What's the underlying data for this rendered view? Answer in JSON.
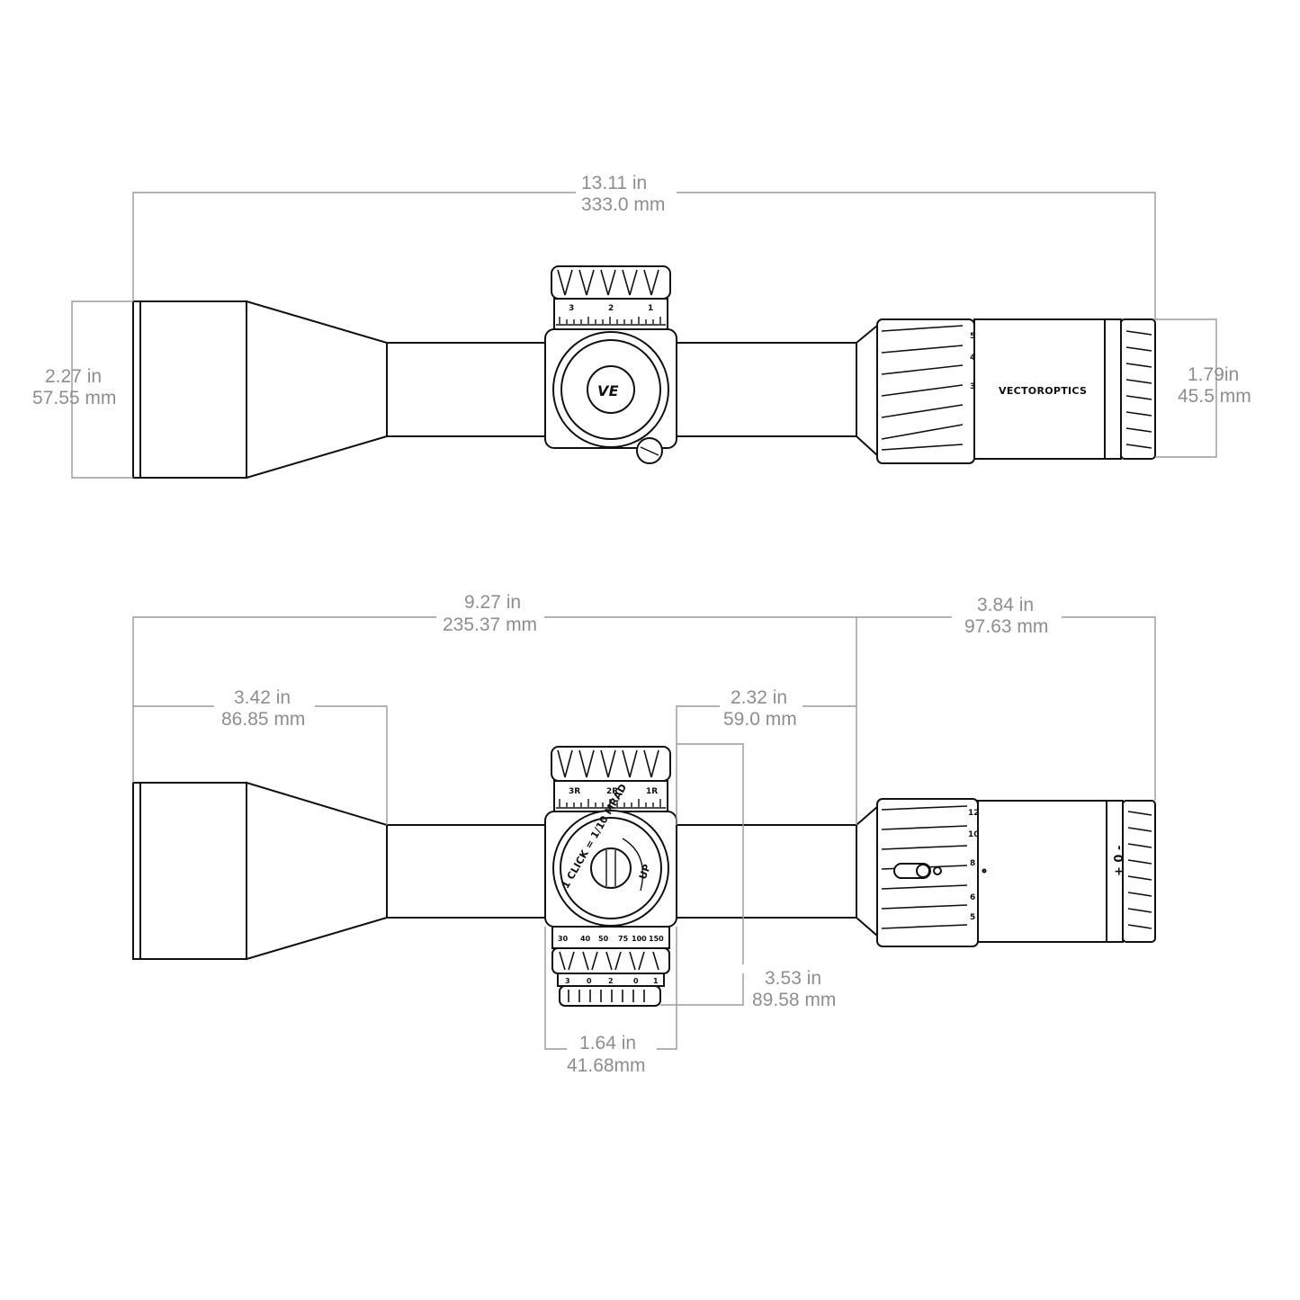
{
  "dimensions": {
    "overall_length": {
      "in": "13.11 in",
      "mm": "333.0 mm"
    },
    "objective_diameter": {
      "in": "2.27 in",
      "mm": "57.55 mm"
    },
    "eyepiece_diameter": {
      "in": "1.79in",
      "mm": "45.5 mm"
    },
    "tube_to_ocular": {
      "in": "9.27 in",
      "mm": "235.37 mm"
    },
    "ocular_length": {
      "in": "3.84 in",
      "mm": "97.63 mm"
    },
    "objective_bell": {
      "in": "3.42 in",
      "mm": "86.85 mm"
    },
    "rear_tube": {
      "in": "2.32 in",
      "mm": "59.0 mm"
    },
    "turret_height": {
      "in": "3.53 in",
      "mm": "89.58 mm"
    },
    "saddle_width": {
      "in": "1.64 in",
      "mm": "41.68mm"
    }
  },
  "markings": {
    "brand": "VECTOROPTICS",
    "logo": "VE",
    "elevation_scale": [
      "3",
      "2",
      "1"
    ],
    "windage_scale": [
      "3R",
      "2R",
      "1R"
    ],
    "turret_label": "1 CLICK = 1/10 MRAD",
    "turret_direction": "UP",
    "parallax_scale": [
      "30",
      "40",
      "50",
      "75",
      "100",
      "150"
    ],
    "illumination_scale": [
      "3",
      "0",
      "2",
      "0",
      "1"
    ],
    "magnification_top": [
      "5",
      "4",
      "3"
    ],
    "magnification_bottom": [
      "12",
      "10",
      "8",
      "6",
      "5"
    ],
    "diopter_marks": "+ 0 -"
  },
  "colors": {
    "outline": "#111111",
    "dimension": "#8e8e8e"
  }
}
